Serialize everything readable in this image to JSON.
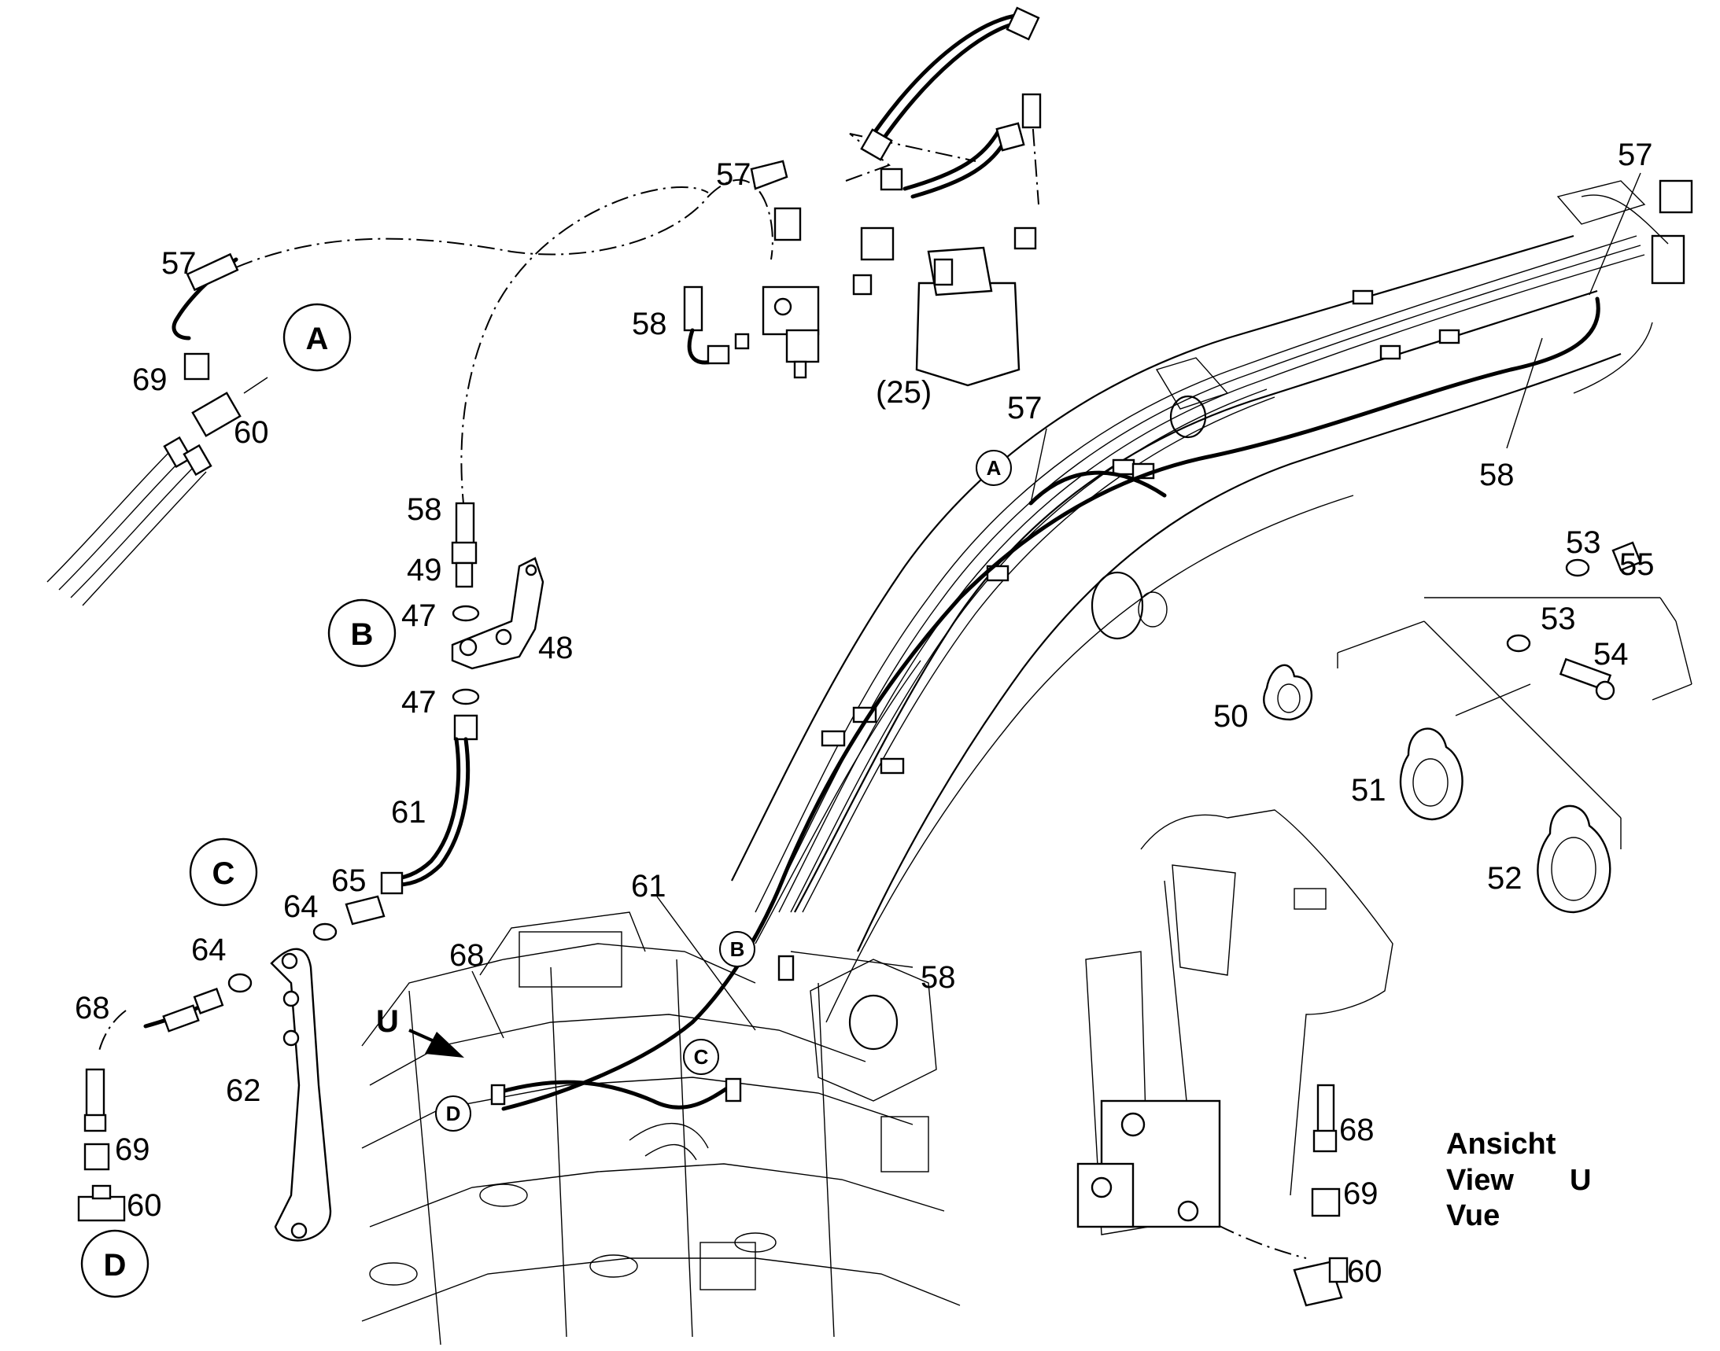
{
  "callouts": {
    "A": "A",
    "B": "B",
    "C": "C",
    "D": "D",
    "A_small": "A",
    "B_small": "B",
    "C_small": "C",
    "D_small": "D"
  },
  "parts": {
    "p57_top": "57",
    "p57_left": "57",
    "p57_right": "57",
    "p57_boom": "57",
    "p58_top": "58",
    "p58_mid": "58",
    "p58_right": "58",
    "p58_base": "58",
    "p25": "(25)",
    "p69_a": "69",
    "p60_a": "60",
    "p49": "49",
    "p47_a": "47",
    "p47_b": "47",
    "p48": "48",
    "p61_a": "61",
    "p61_b": "61",
    "p65": "65",
    "p64_a": "64",
    "p64_b": "64",
    "p68_a": "68",
    "p68_b": "68",
    "p68_c": "68",
    "p62": "62",
    "p69_d": "69",
    "p60_d": "60",
    "p69_v": "69",
    "p60_v": "60",
    "p53_a": "53",
    "p55": "55",
    "p53_b": "53",
    "p54": "54",
    "p50": "50",
    "p51": "51",
    "p52": "52"
  },
  "view_arrow": "U",
  "view_caption": {
    "line1": "Ansicht",
    "line2": "View",
    "line2_letter": "U",
    "line3": "Vue"
  }
}
